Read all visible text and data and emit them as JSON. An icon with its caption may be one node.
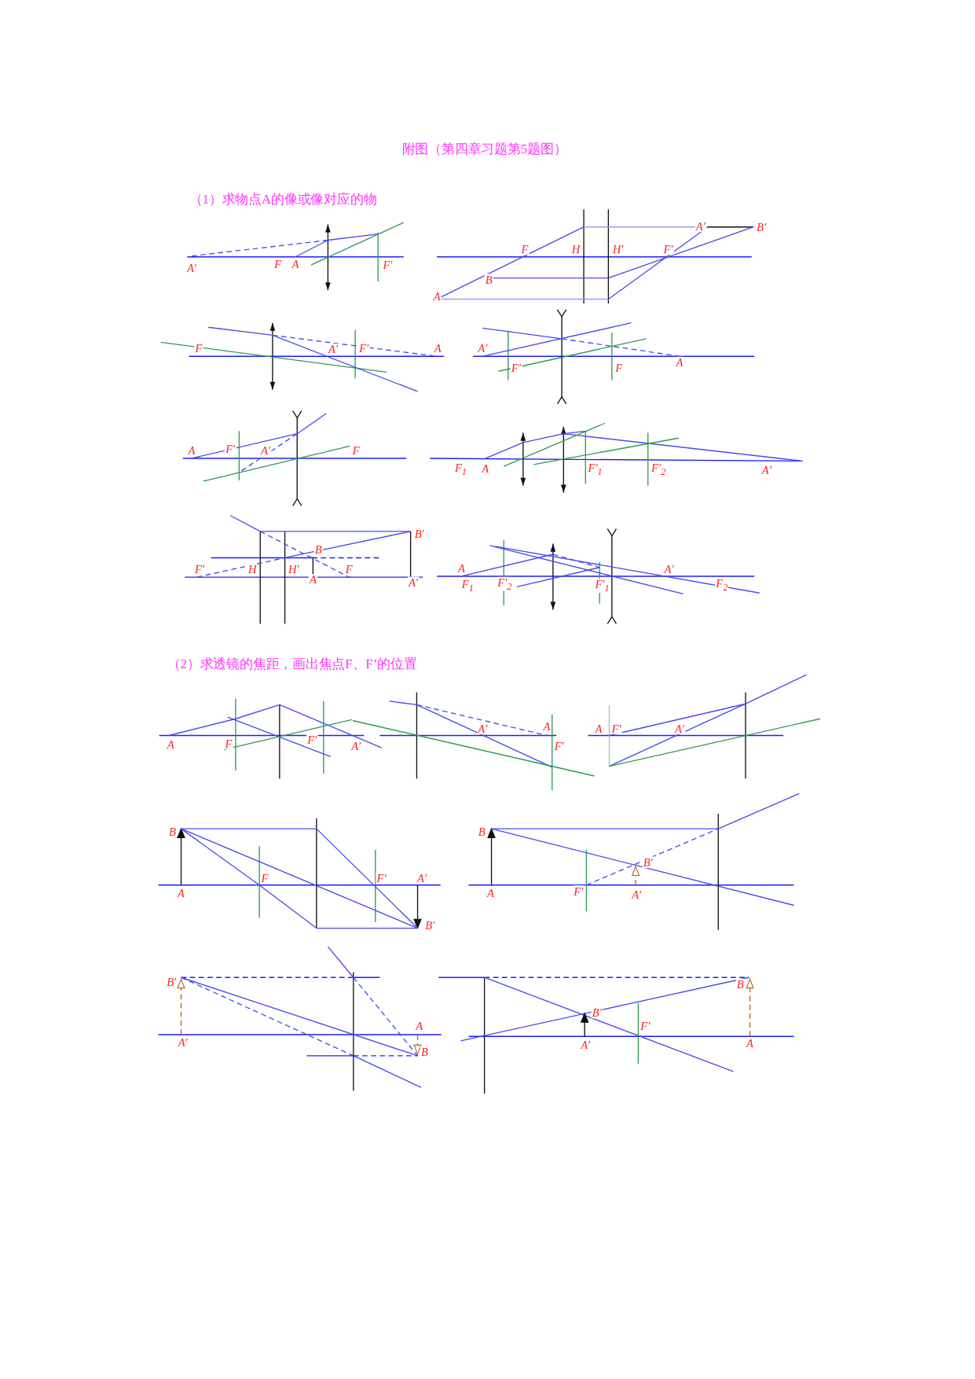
{
  "diagram": {
    "title": "附图（第四章习题第5题图）",
    "labels": [
      "（1）求物点A的像或像对应的物",
      "A′",
      "F",
      "A",
      "F′",
      "A′",
      "B′",
      "F",
      "H",
      "H′",
      "F′",
      "B",
      "A",
      "F",
      "A′",
      "F′",
      "A",
      "A′",
      "F′",
      "F",
      "A",
      "A",
      "F′",
      "A′",
      "F",
      "F$_{1}$",
      "A",
      "F′$_{1}$",
      "F′$_{2}$",
      "A′",
      "B′",
      "B",
      "F′",
      "H",
      "H′",
      "F",
      "A",
      "A′",
      "A",
      "A′",
      "F$_{1}$",
      "F′$_{2}$",
      "F′$_{1}$",
      "F$_{2}$",
      "（2）求透镜的焦距，画出焦点F、F’的位置",
      "A",
      "F",
      "F′",
      "A′",
      "A′",
      "A",
      "F′",
      "A",
      "F′",
      "A′",
      "B",
      "F",
      "F′",
      "A′",
      "A",
      "B′",
      "B",
      "B′",
      "A",
      "F′",
      "A′",
      "B′",
      "A",
      "A′",
      "B",
      "B",
      "B′",
      "F′",
      "A′",
      "A"
    ]
  }
}
